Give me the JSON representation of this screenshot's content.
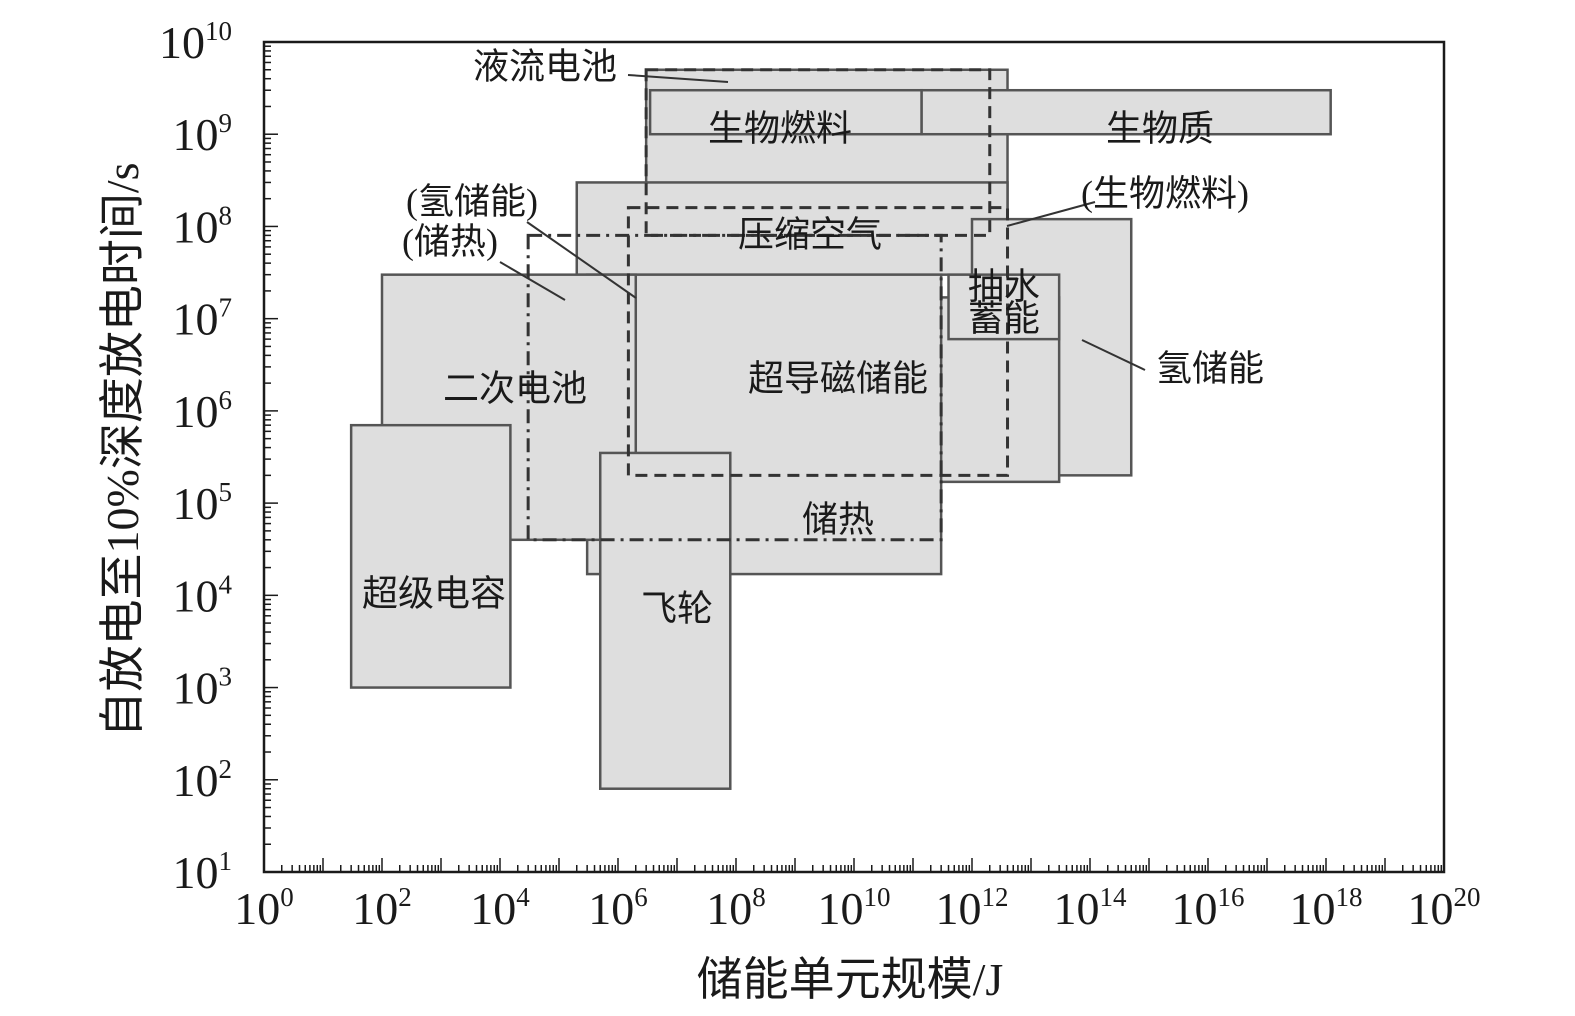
{
  "chart_data": {
    "type": "area",
    "title": "",
    "xlabel": "储能单元规模/J",
    "ylabel": "自放电至10%深度放电时间/s",
    "xscale": "log",
    "yscale": "log",
    "xlim": [
      1,
      1e+20
    ],
    "ylim": [
      10,
      10000000000.0
    ],
    "grid": false,
    "legend": "none",
    "x_tick_labels": [
      {
        "base": "10",
        "exp": "0"
      },
      {
        "base": "10",
        "exp": "2"
      },
      {
        "base": "10",
        "exp": "4"
      },
      {
        "base": "10",
        "exp": "6"
      },
      {
        "base": "10",
        "exp": "8"
      },
      {
        "base": "10",
        "exp": "10"
      },
      {
        "base": "10",
        "exp": "12"
      },
      {
        "base": "10",
        "exp": "14"
      },
      {
        "base": "10",
        "exp": "16"
      },
      {
        "base": "10",
        "exp": "18"
      },
      {
        "base": "10",
        "exp": "20"
      }
    ],
    "y_tick_labels": [
      {
        "base": "10",
        "exp": "1"
      },
      {
        "base": "10",
        "exp": "2"
      },
      {
        "base": "10",
        "exp": "3"
      },
      {
        "base": "10",
        "exp": "4"
      },
      {
        "base": "10",
        "exp": "5"
      },
      {
        "base": "10",
        "exp": "6"
      },
      {
        "base": "10",
        "exp": "7"
      },
      {
        "base": "10",
        "exp": "8"
      },
      {
        "base": "10",
        "exp": "9"
      },
      {
        "base": "10",
        "exp": "10"
      }
    ],
    "regions": [
      {
        "label": "液流电池",
        "x": [
          3000000.0,
          4000000000000.0
        ],
        "y": [
          100000000.0,
          5000000000.0
        ],
        "style": "solid",
        "show_label": false
      },
      {
        "label": "生物燃料",
        "x": [
          3500000.0,
          140000000000.0
        ],
        "y": [
          1000000000.0,
          3000000000.0
        ],
        "style": "solid",
        "show_label": true
      },
      {
        "label": "生物质",
        "x": [
          140000000000.0,
          1.2e+18
        ],
        "y": [
          1000000000.0,
          3000000000.0
        ],
        "style": "solid",
        "show_label": true
      },
      {
        "label": "压缩空气",
        "x": [
          200000.0,
          4000000000000.0
        ],
        "y": [
          30000000.0,
          300000000.0
        ],
        "style": "solid",
        "show_label": true
      },
      {
        "label": "氢储能",
        "x": [
          1000000000000.0,
          500000000000000.0
        ],
        "y": [
          200000.0,
          120000000.0
        ],
        "style": "solid",
        "show_label": false
      },
      {
        "label": "超导磁储能",
        "x": [
          2500000.0,
          30000000000000.0
        ],
        "y": [
          170000.0,
          17000000.0
        ],
        "style": "solid",
        "show_label": true
      },
      {
        "label": "抽水蓄能",
        "x": [
          400000000000.0,
          30000000000000.0
        ],
        "y": [
          6000000.0,
          30000000.0
        ],
        "style": "solid",
        "show_label": true
      },
      {
        "label": "储热",
        "x": [
          300000.0,
          300000000000.0
        ],
        "y": [
          17000.0,
          30000000.0
        ],
        "style": "solid",
        "show_label": true
      },
      {
        "label": "二次电池",
        "x": [
          100,
          2000000.0
        ],
        "y": [
          40000.0,
          30000000.0
        ],
        "style": "solid",
        "show_label": true
      },
      {
        "label": "超级电容",
        "x": [
          30,
          15000.0
        ],
        "y": [
          1000,
          700000.0
        ],
        "style": "solid",
        "show_label": true
      },
      {
        "label": "飞轮",
        "x": [
          500000.0,
          80000000.0
        ],
        "y": [
          80,
          350000.0
        ],
        "style": "solid",
        "show_label": true
      },
      {
        "label": "(氢储能)",
        "x": [
          1500000.0,
          4000000000000.0
        ],
        "y": [
          200000.0,
          160000000.0
        ],
        "style": "dashed",
        "show_label": false
      },
      {
        "label": "(储热)",
        "x": [
          30000.0,
          300000000000.0
        ],
        "y": [
          40000.0,
          80000000.0
        ],
        "style": "dashdot",
        "show_label": false
      },
      {
        "label": "(生物燃料)",
        "x": [
          3000000.0,
          2000000000000.0
        ],
        "y": [
          80000000.0,
          5000000000.0
        ],
        "style": "dashed",
        "show_label": false
      }
    ],
    "annotations": [
      {
        "text": "液流电池"
      },
      {
        "text": "(氢储能)"
      },
      {
        "text": "(储热)"
      },
      {
        "text": "(生物燃料)"
      },
      {
        "text": "氢储能"
      }
    ]
  }
}
